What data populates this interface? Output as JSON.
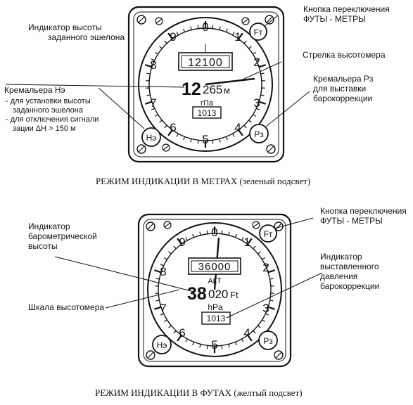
{
  "top": {
    "gauge": {
      "dial_numbers": [
        "0",
        "1",
        "2",
        "3",
        "4",
        "5",
        "6",
        "7",
        "8",
        "9"
      ],
      "selected_altitude": "12100",
      "altitude_big": "12",
      "altitude_small": "265",
      "altitude_unit": "м",
      "pressure_unit": "гПа",
      "pressure_value": "1013",
      "knob_left": "Нэ",
      "knob_right": "Рз",
      "button_top": "Fт"
    },
    "labels": {
      "button": [
        "Кнопка переключения",
        "ФУТЫ - МЕТРЫ"
      ],
      "selected_indicator": [
        "Индикатор высоты",
        "заданного эшелона"
      ],
      "needle": "Стрелка высотомера",
      "knob_left_title": "Кремальера Нэ",
      "knob_left_items": [
        "- для установки высоты",
        "заданного эшелона",
        "- для отключения сигнали",
        "зации ΔН > 150 м"
      ],
      "knob_right": [
        "Кремальера Рз",
        "для выставки",
        "барокоррекции"
      ]
    },
    "caption": "РЕЖИМ ИНДИКАЦИИ В МЕТРАХ (зеленый подсвет)"
  },
  "bottom": {
    "gauge": {
      "dial_numbers": [
        "0",
        "1",
        "2",
        "3",
        "4",
        "5",
        "6",
        "7",
        "8",
        "9"
      ],
      "selected_altitude": "36000",
      "alt_label": "ALT",
      "altitude_big": "38",
      "altitude_small": "020",
      "altitude_unit": "Ft",
      "pressure_unit": "hPa",
      "pressure_value": "1013",
      "knob_left": "Нэ",
      "knob_right": "Рз",
      "button_top": "Fт"
    },
    "labels": {
      "button": [
        "Кнопка переключения",
        "ФУТЫ - МЕТРЫ"
      ],
      "baro_indicator": [
        "Индикатор",
        "барометрической",
        "высоты"
      ],
      "pressure_indicator": [
        "Индикатор",
        "выставленного",
        "давления",
        "барокоррекции"
      ],
      "scale": "Шкала высотомера"
    },
    "caption": "РЕЖИМ ИНДИКАЦИИ В ФУТАХ (желтый подсвет)"
  }
}
